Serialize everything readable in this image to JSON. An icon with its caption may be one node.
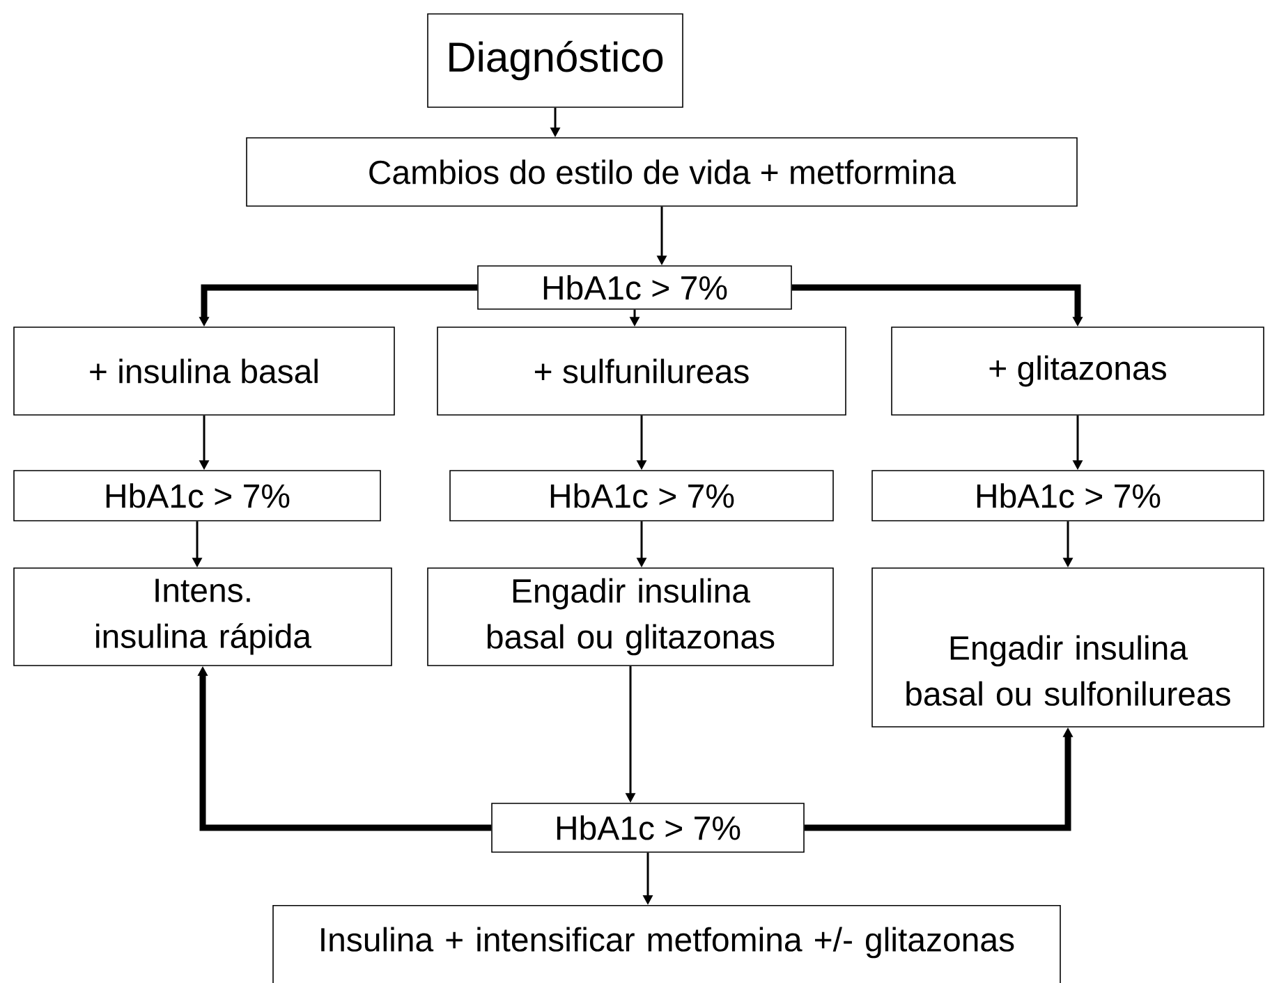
{
  "diagram": {
    "nodes": [
      {
        "text": [
          "Diagnóstico"
        ]
      },
      {
        "text": [
          "Cambios do estilo de vida + metformina"
        ]
      },
      {
        "text": [
          "HbA1c > 7%"
        ]
      },
      {
        "text": [
          "+ insulina basal"
        ]
      },
      {
        "text": [
          "+ sulfunilureas"
        ]
      },
      {
        "text": [
          "+ glitazonas"
        ]
      },
      {
        "text": [
          "HbA1c > 7%"
        ]
      },
      {
        "text": [
          "HbA1c > 7%"
        ]
      },
      {
        "text": [
          "HbA1c > 7%"
        ]
      },
      {
        "text": [
          "Intens. insulina rápida"
        ]
      },
      {
        "text": [
          "Engadir insulina basal ou glitazonas"
        ]
      },
      {
        "text": [
          "Engadir insulina basal ou sulfonilureas"
        ]
      },
      {
        "text": [
          "HbA1c > 7%"
        ]
      },
      {
        "text": [
          "Insulina + intensificar metfomina +/- glitazonas"
        ]
      }
    ],
    "edges": [
      {
        "from": 0,
        "to": 1,
        "arrow": "to"
      },
      {
        "from": 1,
        "to": 2,
        "arrow": "to"
      },
      {
        "from": 2,
        "to": 3,
        "arrow": "to",
        "style": "thick"
      },
      {
        "from": 2,
        "to": 4,
        "arrow": "to"
      },
      {
        "from": 2,
        "to": 5,
        "arrow": "to",
        "style": "thick"
      },
      {
        "from": 3,
        "to": 6,
        "arrow": "to"
      },
      {
        "from": 4,
        "to": 7,
        "arrow": "to"
      },
      {
        "from": 5,
        "to": 8,
        "arrow": "to"
      },
      {
        "from": 6,
        "to": 9,
        "arrow": "to"
      },
      {
        "from": 7,
        "to": 10,
        "arrow": "to"
      },
      {
        "from": 8,
        "to": 11,
        "arrow": "to"
      },
      {
        "from": 10,
        "to": 12,
        "arrow": "to"
      },
      {
        "from": 12,
        "to": 9,
        "arrow": "to",
        "style": "thick"
      },
      {
        "from": 12,
        "to": 11,
        "arrow": "to",
        "style": "thick"
      },
      {
        "from": 12,
        "to": 13,
        "arrow": "to"
      }
    ]
  }
}
